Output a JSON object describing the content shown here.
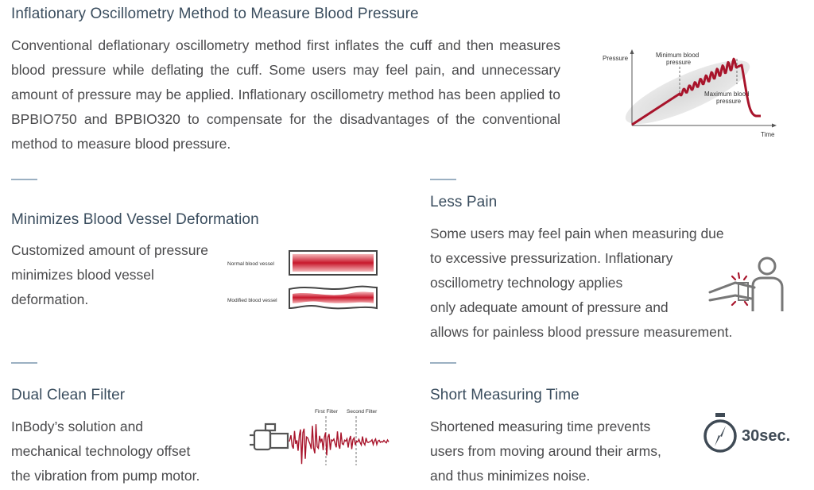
{
  "intro": {
    "title": "Inflationary Oscillometry Method to Measure Blood Pressure",
    "body": "Conventional deflationary oscillometry method first inflates the cuff and then measures blood pressure while deflating the cuff. Some users may feel pain, and unnecessary amount of pressure may be applied. Inflationary oscillometry method has been applied to BPBIO750 and BPBIO320 to compensate for the disadvantages of the conventional method to measure blood pressure.",
    "graph": {
      "y_label": "Pressure",
      "x_label": "Time",
      "min_label_1": "Minimum blood",
      "min_label_2": "pressure",
      "max_label_1": "Maximum blood",
      "max_label_2": "pressure"
    }
  },
  "vessel": {
    "title": "Minimizes Blood Vessel Deformation",
    "lines": [
      "Customized amount of pressure",
      "minimizes blood vessel",
      "deformation."
    ],
    "normal_label": "Normal blood vessel",
    "modified_label": "Modified blood vessel"
  },
  "pain": {
    "title": "Less Pain",
    "lines": [
      "Some users may feel pain when measuring due",
      "to excessive pressurization. Inflationary",
      "oscillometry technology applies",
      "only adequate amount of pressure and",
      "allows for painless blood pressure measurement."
    ]
  },
  "filter": {
    "title": "Dual Clean Filter",
    "lines": [
      "InBody’s solution and",
      "mechanical technology offset",
      "the vibration from pump motor."
    ],
    "first_filter": "First Filter",
    "second_filter": "Second Filter"
  },
  "time": {
    "title": "Short Measuring Time",
    "lines": [
      "Shortened measuring time prevents",
      "users from moving around their arms,",
      "and thus minimizes noise."
    ],
    "badge": "30sec."
  },
  "colors": {
    "title": "#3a4d5e",
    "accent": "#a8142b",
    "rule": "#9bb0c2"
  }
}
